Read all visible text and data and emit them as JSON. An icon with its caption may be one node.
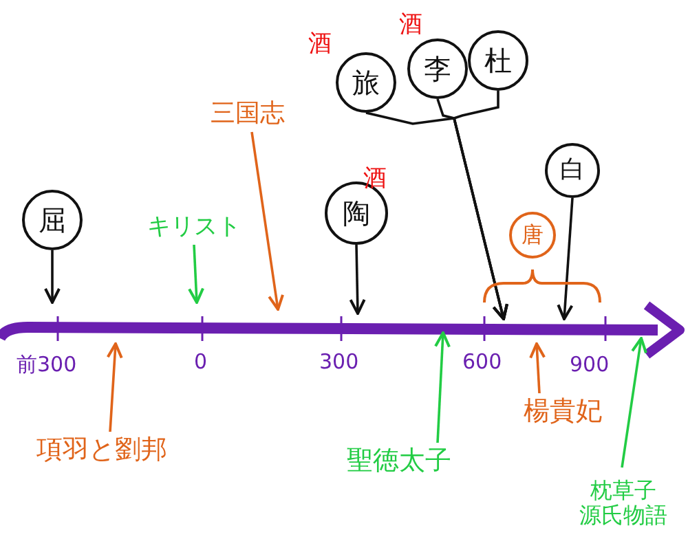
{
  "diagram": {
    "nodes": [
      {
        "text": [
          "屈"
        ]
      },
      {
        "text": [
          "キリスト"
        ]
      },
      {
        "text": [
          "三国志"
        ]
      },
      {
        "text": [
          "陶"
        ],
        "beside": [
          "酒"
        ]
      },
      {
        "text": [
          "旅"
        ],
        "beside": [
          "酒"
        ]
      },
      {
        "text": [
          "李"
        ],
        "beside": [
          "酒"
        ]
      },
      {
        "text": [
          "杜"
        ]
      },
      {
        "text": [
          "白"
        ]
      },
      {
        "text": [
          "唐"
        ]
      },
      {
        "text": [
          "項羽と劉邦"
        ]
      },
      {
        "text": [
          "聖徳太子"
        ]
      },
      {
        "text": [
          "楊貴妃"
        ]
      },
      {
        "text": [
          "枕草子",
          "源氏物語"
        ]
      }
    ],
    "edges": [
      {
        "from": 0,
        "to": null,
        "arrow": "to"
      },
      {
        "from": 1,
        "to": null,
        "arrow": "to",
        "color": "#22cc44"
      },
      {
        "from": 2,
        "to": null,
        "arrow": "to",
        "color": "#e0641a"
      },
      {
        "from": 3,
        "to": null,
        "arrow": "to"
      },
      {
        "from": 4,
        "to": 8,
        "arrow": "to"
      },
      {
        "from": 5,
        "to": 8,
        "arrow": "to"
      },
      {
        "from": 6,
        "to": 8,
        "arrow": "to"
      },
      {
        "from": 7,
        "to": 8,
        "arrow": "to"
      },
      {
        "from": 9,
        "to": null,
        "arrow": "to",
        "color": "#e0641a"
      },
      {
        "from": 10,
        "to": null,
        "arrow": "to",
        "color": "#22cc44"
      },
      {
        "from": 11,
        "to": null,
        "arrow": "to",
        "color": "#e0641a"
      },
      {
        "from": 12,
        "to": null,
        "arrow": "to",
        "color": "#22cc44"
      }
    ],
    "labels": [
      "前300",
      "0",
      "300",
      "600",
      "900"
    ]
  }
}
